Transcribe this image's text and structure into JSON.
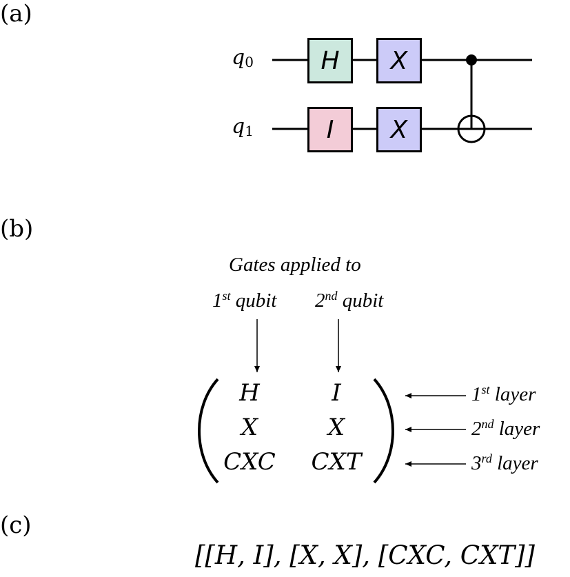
{
  "panels": {
    "a": "(a)",
    "b": "(b)",
    "c": "(c)"
  },
  "circuit": {
    "qubits": [
      {
        "name": "q",
        "index": "0"
      },
      {
        "name": "q",
        "index": "1"
      }
    ],
    "gates": [
      {
        "qubit": 0,
        "label": "H",
        "color": "#cce8de"
      },
      {
        "qubit": 0,
        "label": "X",
        "color": "#cccbf8"
      },
      {
        "qubit": 1,
        "label": "I",
        "color": "#f3ccd7"
      },
      {
        "qubit": 1,
        "label": "X",
        "color": "#cccbf8"
      }
    ]
  },
  "encoding": {
    "header_title": "Gates applied to",
    "col1": {
      "ordinal": "1",
      "suffix": "st",
      "word": "qubit"
    },
    "col2": {
      "ordinal": "2",
      "suffix": "nd",
      "word": "qubit"
    },
    "matrix": [
      [
        "H",
        "I"
      ],
      [
        "X",
        "X"
      ],
      [
        "CXC",
        "CXT"
      ]
    ],
    "layers": [
      {
        "ordinal": "1",
        "suffix": "st",
        "word": "layer"
      },
      {
        "ordinal": "2",
        "suffix": "nd",
        "word": "layer"
      },
      {
        "ordinal": "3",
        "suffix": "rd",
        "word": "layer"
      }
    ]
  },
  "list_repr": "[[H, I], [X, X], [CXC, CXT]]"
}
